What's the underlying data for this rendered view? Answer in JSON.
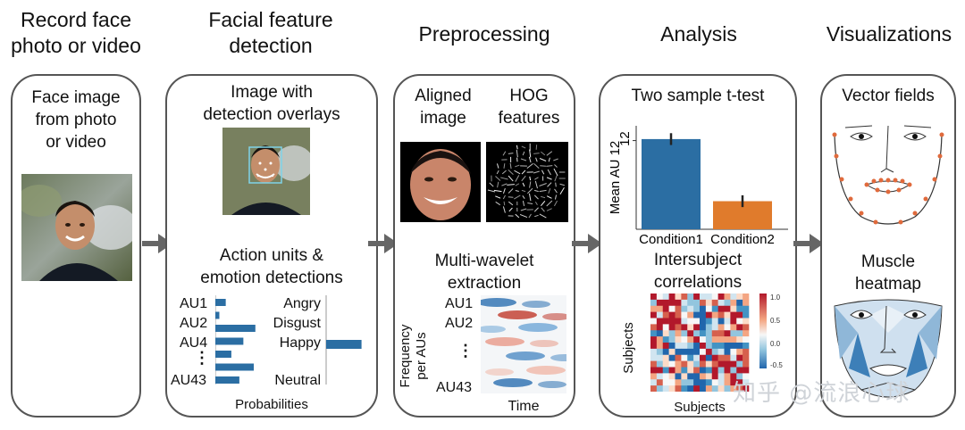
{
  "columns": [
    {
      "title_line1": "Record face",
      "title_line2": "photo or video"
    },
    {
      "title_line1": "Facial feature",
      "title_line2": "detection"
    },
    {
      "title_line1": "Preprocessing",
      "title_line2": ""
    },
    {
      "title_line1": "Analysis",
      "title_line2": ""
    },
    {
      "title_line1": "Visualizations",
      "title_line2": ""
    }
  ],
  "panel1": {
    "line1": "Face image",
    "line2": "from photo",
    "line3": "or video"
  },
  "panel2": {
    "overlay_line1": "Image with",
    "overlay_line2": "detection overlays",
    "au_line1": "Action units &",
    "au_line2": "emotion detections",
    "au_labels": [
      "AU1",
      "AU2",
      "AU4",
      "AU43"
    ],
    "emotion_labels": [
      "Angry",
      "Disgust",
      "Happy",
      "Neutral"
    ],
    "ellipsis": "⋮",
    "xlabel": "Probabilities"
  },
  "panel3": {
    "aligned_line1": "Aligned",
    "aligned_line2": "image",
    "hog_line1": "HOG",
    "hog_line2": "features",
    "wavelet_line1": "Multi-wavelet",
    "wavelet_line2": "extraction",
    "ylabel_line1": "Frequency",
    "ylabel_line2": "per AUs",
    "au_labels": [
      "AU1",
      "AU2",
      "AU43"
    ],
    "ellipsis": "⋮",
    "xlabel": "Time"
  },
  "panel4": {
    "ttest_title": "Two sample t-test",
    "corr_line1": "Intersubject",
    "corr_line2": "correlations",
    "corr_xlabel": "Subjects",
    "corr_ylabel": "Subjects",
    "colorbar_ticks": [
      "1.0",
      "0.5",
      "0.0",
      "-0.5"
    ]
  },
  "panel5": {
    "vector_title": "Vector fields",
    "muscle_line1": "Muscle",
    "muscle_line2": "heatmap"
  },
  "watermark": "知乎 @流浪心球",
  "colors": {
    "blue": "#2b6ea3",
    "orange": "#e07b2c",
    "arrow": "#666666",
    "border": "#555555"
  },
  "chart_data": [
    {
      "type": "bar",
      "title": "Two sample t-test",
      "categories": [
        "Condition1",
        "Condition2"
      ],
      "values": [
        12.2,
        3.8
      ],
      "errors": [
        0.8,
        0.8
      ],
      "ylabel": "Mean AU 12",
      "yticks": [
        12
      ],
      "ylim": [
        0,
        14
      ]
    },
    {
      "type": "bar",
      "orientation": "horizontal",
      "categories": [
        "AU1",
        "AU2",
        "AU4",
        "",
        "",
        "",
        "AU43"
      ],
      "values": [
        0.13,
        0.05,
        0.5,
        0.35,
        0.2,
        0.48,
        0.3
      ],
      "xlabel": "Probabilities"
    },
    {
      "type": "bar",
      "orientation": "horizontal",
      "categories": [
        "Angry",
        "Disgust",
        "Happy",
        "Neutral"
      ],
      "values": [
        0.0,
        0.0,
        0.9,
        0.0
      ],
      "xlabel": "Probabilities"
    }
  ]
}
